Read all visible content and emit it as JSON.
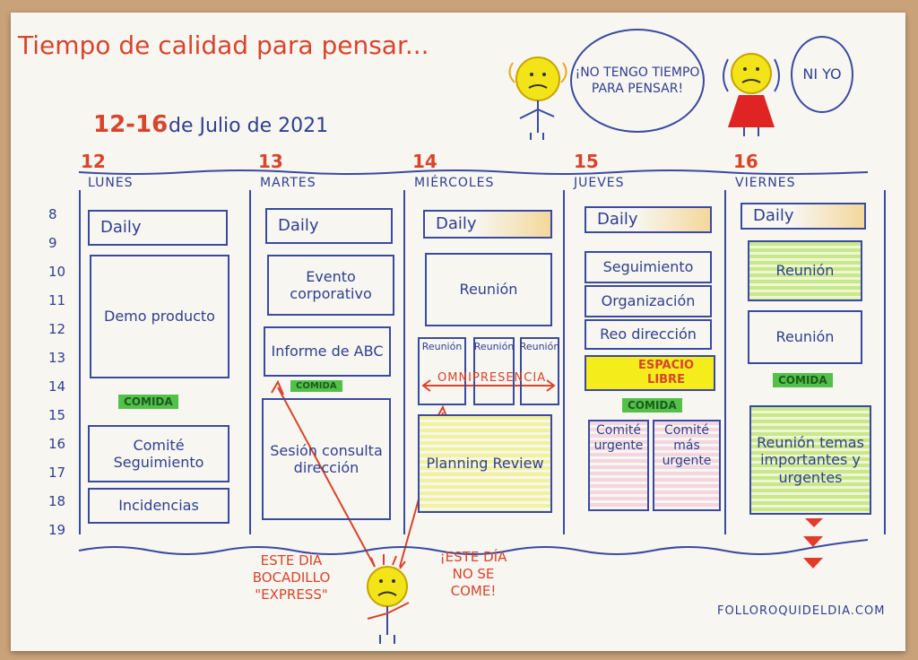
{
  "title": "Tiempo de calidad para pensar...",
  "date": {
    "range": "12-16",
    "rest": "de Julio de 2021"
  },
  "speech": {
    "left": "¡NO TENGO TIEMPO PARA PENSAR!",
    "right": "NI YO"
  },
  "days": [
    {
      "num": "12",
      "name": "LUNES"
    },
    {
      "num": "13",
      "name": "MARTES"
    },
    {
      "num": "14",
      "name": "MIÉRCOLES"
    },
    {
      "num": "15",
      "name": "JUEVES"
    },
    {
      "num": "16",
      "name": "VIERNES"
    }
  ],
  "hours": [
    "8",
    "9",
    "10",
    "11",
    "12",
    "13",
    "14",
    "15",
    "16",
    "17",
    "18",
    "19"
  ],
  "events": {
    "lunes": [
      "Daily",
      "Demo producto",
      "COMIDA",
      "Comité Seguimiento",
      "Incidencias"
    ],
    "martes": [
      "Daily",
      "Evento corporativo",
      "Informe de ABC",
      "COMIDA",
      "Sesión consulta dirección"
    ],
    "miercoles": [
      "Daily",
      "Reunión",
      "Reunión",
      "Reunión",
      "Reunión",
      "OMNIPRESENCIA",
      "Planning Review"
    ],
    "jueves": [
      "Daily",
      "Seguimiento",
      "Organización",
      "Reo dirección",
      "ESPACIO LIBRE",
      "COMIDA",
      "Comité urgente",
      "Comité más urgente"
    ],
    "viernes": [
      "Daily",
      "Reunión",
      "Reunión",
      "COMIDA",
      "Reunión temas importantes y urgentes"
    ]
  },
  "notes": {
    "martes": "ESTE DÍA BOCADILLO \"EXPRESS\"",
    "miercoles": "¡ESTE DÍA NO SE COME!"
  },
  "website": "FOLLOROQUIDELDIA.COM"
}
